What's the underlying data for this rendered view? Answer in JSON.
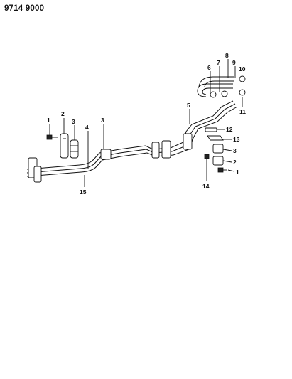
{
  "header": {
    "part_number": "9714 9000"
  },
  "callouts": {
    "c1_left": "1",
    "c2_left": "2",
    "c3_left": "3",
    "c4": "4",
    "c3_mid": "3",
    "c15": "15",
    "c5": "5",
    "c6": "6",
    "c7": "7",
    "c8": "8",
    "c9": "9",
    "c10": "10",
    "c11": "11",
    "c12": "12",
    "c13": "13",
    "c3_right": "3",
    "c2_right": "2",
    "c1_right": "1",
    "c14": "14"
  }
}
